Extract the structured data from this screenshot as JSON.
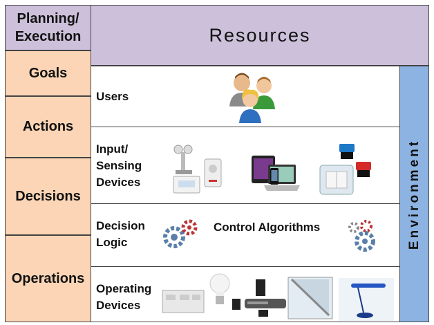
{
  "left_column": {
    "header": "Planning/ Execution",
    "items": [
      "Goals",
      "Actions",
      "Decisions",
      "Operations"
    ]
  },
  "top": {
    "title": "Resources"
  },
  "right_column": {
    "label": "Environment"
  },
  "rows": {
    "users": {
      "label": "Users"
    },
    "input": {
      "label": "Input/ Sensing Devices"
    },
    "decision": {
      "label": "Decision Logic",
      "center_label": "Control Algorithms"
    },
    "operating": {
      "label": "Operating Devices"
    }
  },
  "colors": {
    "planning_header": "#ccc0da",
    "resources_header": "#ccc0da",
    "left_items": "#fbd5b5",
    "environment": "#8db3e2",
    "border": "#444444"
  },
  "icons": [
    "users-icon",
    "weather-station-icon",
    "motion-sensor-icon",
    "thermostat-icon",
    "tablet-icon",
    "phone-icon",
    "laptop-icon",
    "wall-switch-icon",
    "push-button-icon",
    "gears-icon",
    "controller-module-icon",
    "light-bulb-icon",
    "audio-system-icon",
    "window-icon",
    "desk-lamp-icon"
  ]
}
